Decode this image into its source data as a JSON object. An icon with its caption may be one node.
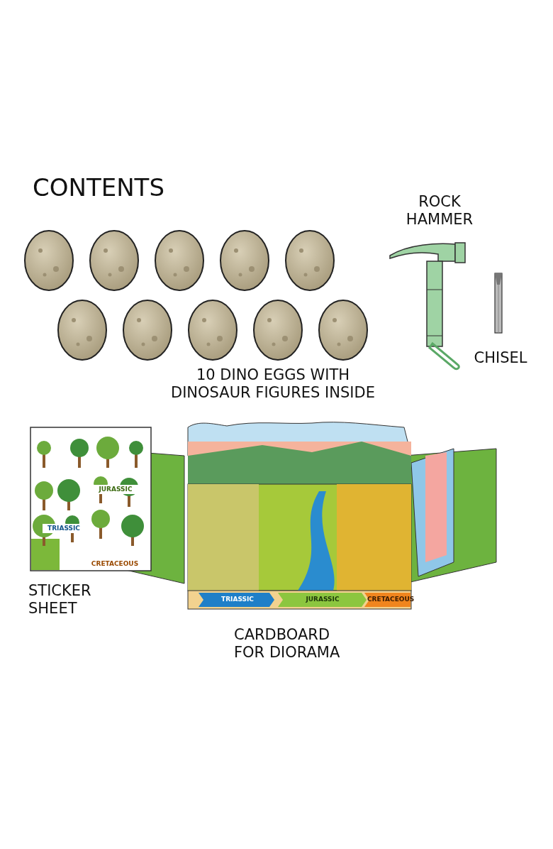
{
  "diagram": {
    "title": "CONTENTS",
    "labels": [
      "ROCK HAMMER",
      "CHISEL",
      "10 DINO EGGS WITH DINOSAUR FIGURES INSIDE",
      "JURASSIC",
      "TRIASSIC",
      "CRETACEOUS",
      "STICKER SHEET",
      "TRIASSIC",
      "JURASSIC",
      "CRETACEOUS",
      "CARDBOARD FOR DIORAMA"
    ]
  }
}
